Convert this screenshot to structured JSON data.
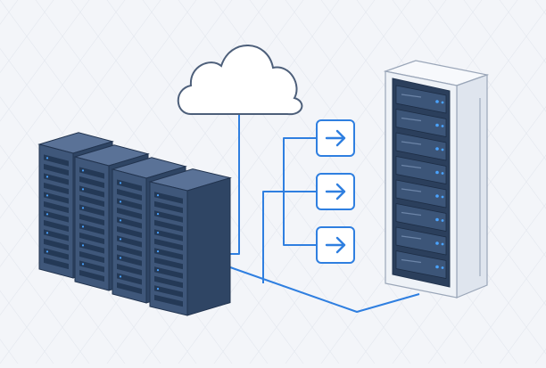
{
  "colors": {
    "background": "#f3f5f9",
    "grid": "#e3e7ee",
    "rack_front": "#3f577a",
    "rack_side": "#2f4564",
    "rack_top": "#5a7297",
    "rack_outline": "#22344f",
    "slot": "#243956",
    "led": "#4aa3ff",
    "cloud_fill": "#ffffff",
    "cloud_stroke": "#4d5f7a",
    "connector": "#2f7fe0",
    "arrow_box_fill": "#ffffff",
    "arrow_box_stroke": "#2f7fe0",
    "tower_body": "#eef2f7",
    "tower_side": "#dfe5ee",
    "tower_front": "#2b3f5c"
  },
  "components": {
    "cloud": {
      "icon": "cloud-icon"
    },
    "server_racks": [
      {
        "id": "rack-1"
      },
      {
        "id": "rack-2"
      },
      {
        "id": "rack-3"
      },
      {
        "id": "rack-4"
      }
    ],
    "arrow_nodes": [
      {
        "id": "arrow-node-1",
        "icon": "arrow-right-icon"
      },
      {
        "id": "arrow-node-2",
        "icon": "arrow-right-icon"
      },
      {
        "id": "arrow-node-3",
        "icon": "arrow-right-icon"
      }
    ],
    "target_server": {
      "id": "tower-server",
      "unit_count": 8
    }
  }
}
